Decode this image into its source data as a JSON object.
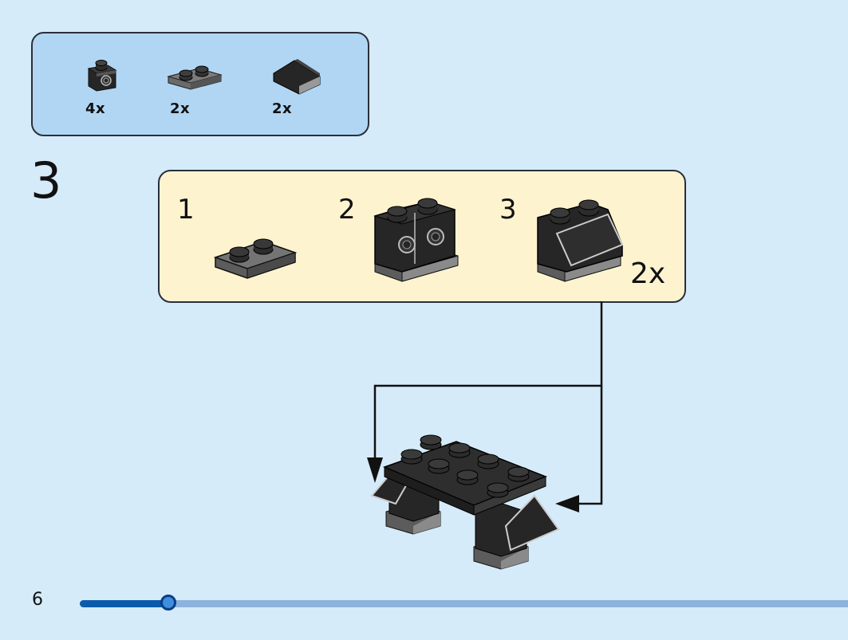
{
  "parts_list": {
    "items": [
      {
        "icon": "brick-with-side-stud-icon",
        "qty": "4x"
      },
      {
        "icon": "plate-1x2-icon",
        "qty": "2x"
      },
      {
        "icon": "slope-brick-icon",
        "qty": "2x"
      }
    ]
  },
  "step": {
    "number": "3",
    "sub_steps": [
      {
        "number": "1"
      },
      {
        "number": "2"
      },
      {
        "number": "3"
      }
    ],
    "multiplier": "2x"
  },
  "footer": {
    "page_number": "6",
    "progress": 0.115
  },
  "colors": {
    "background": "#d5ebfa",
    "parts_box": "#b1d6f4",
    "sub_box": "#fdf3cf",
    "brick_black": "#262626",
    "plate_gray": "#6d6d6d",
    "progress_fill": "#0b5bab",
    "progress_track": "#8db3dc"
  }
}
